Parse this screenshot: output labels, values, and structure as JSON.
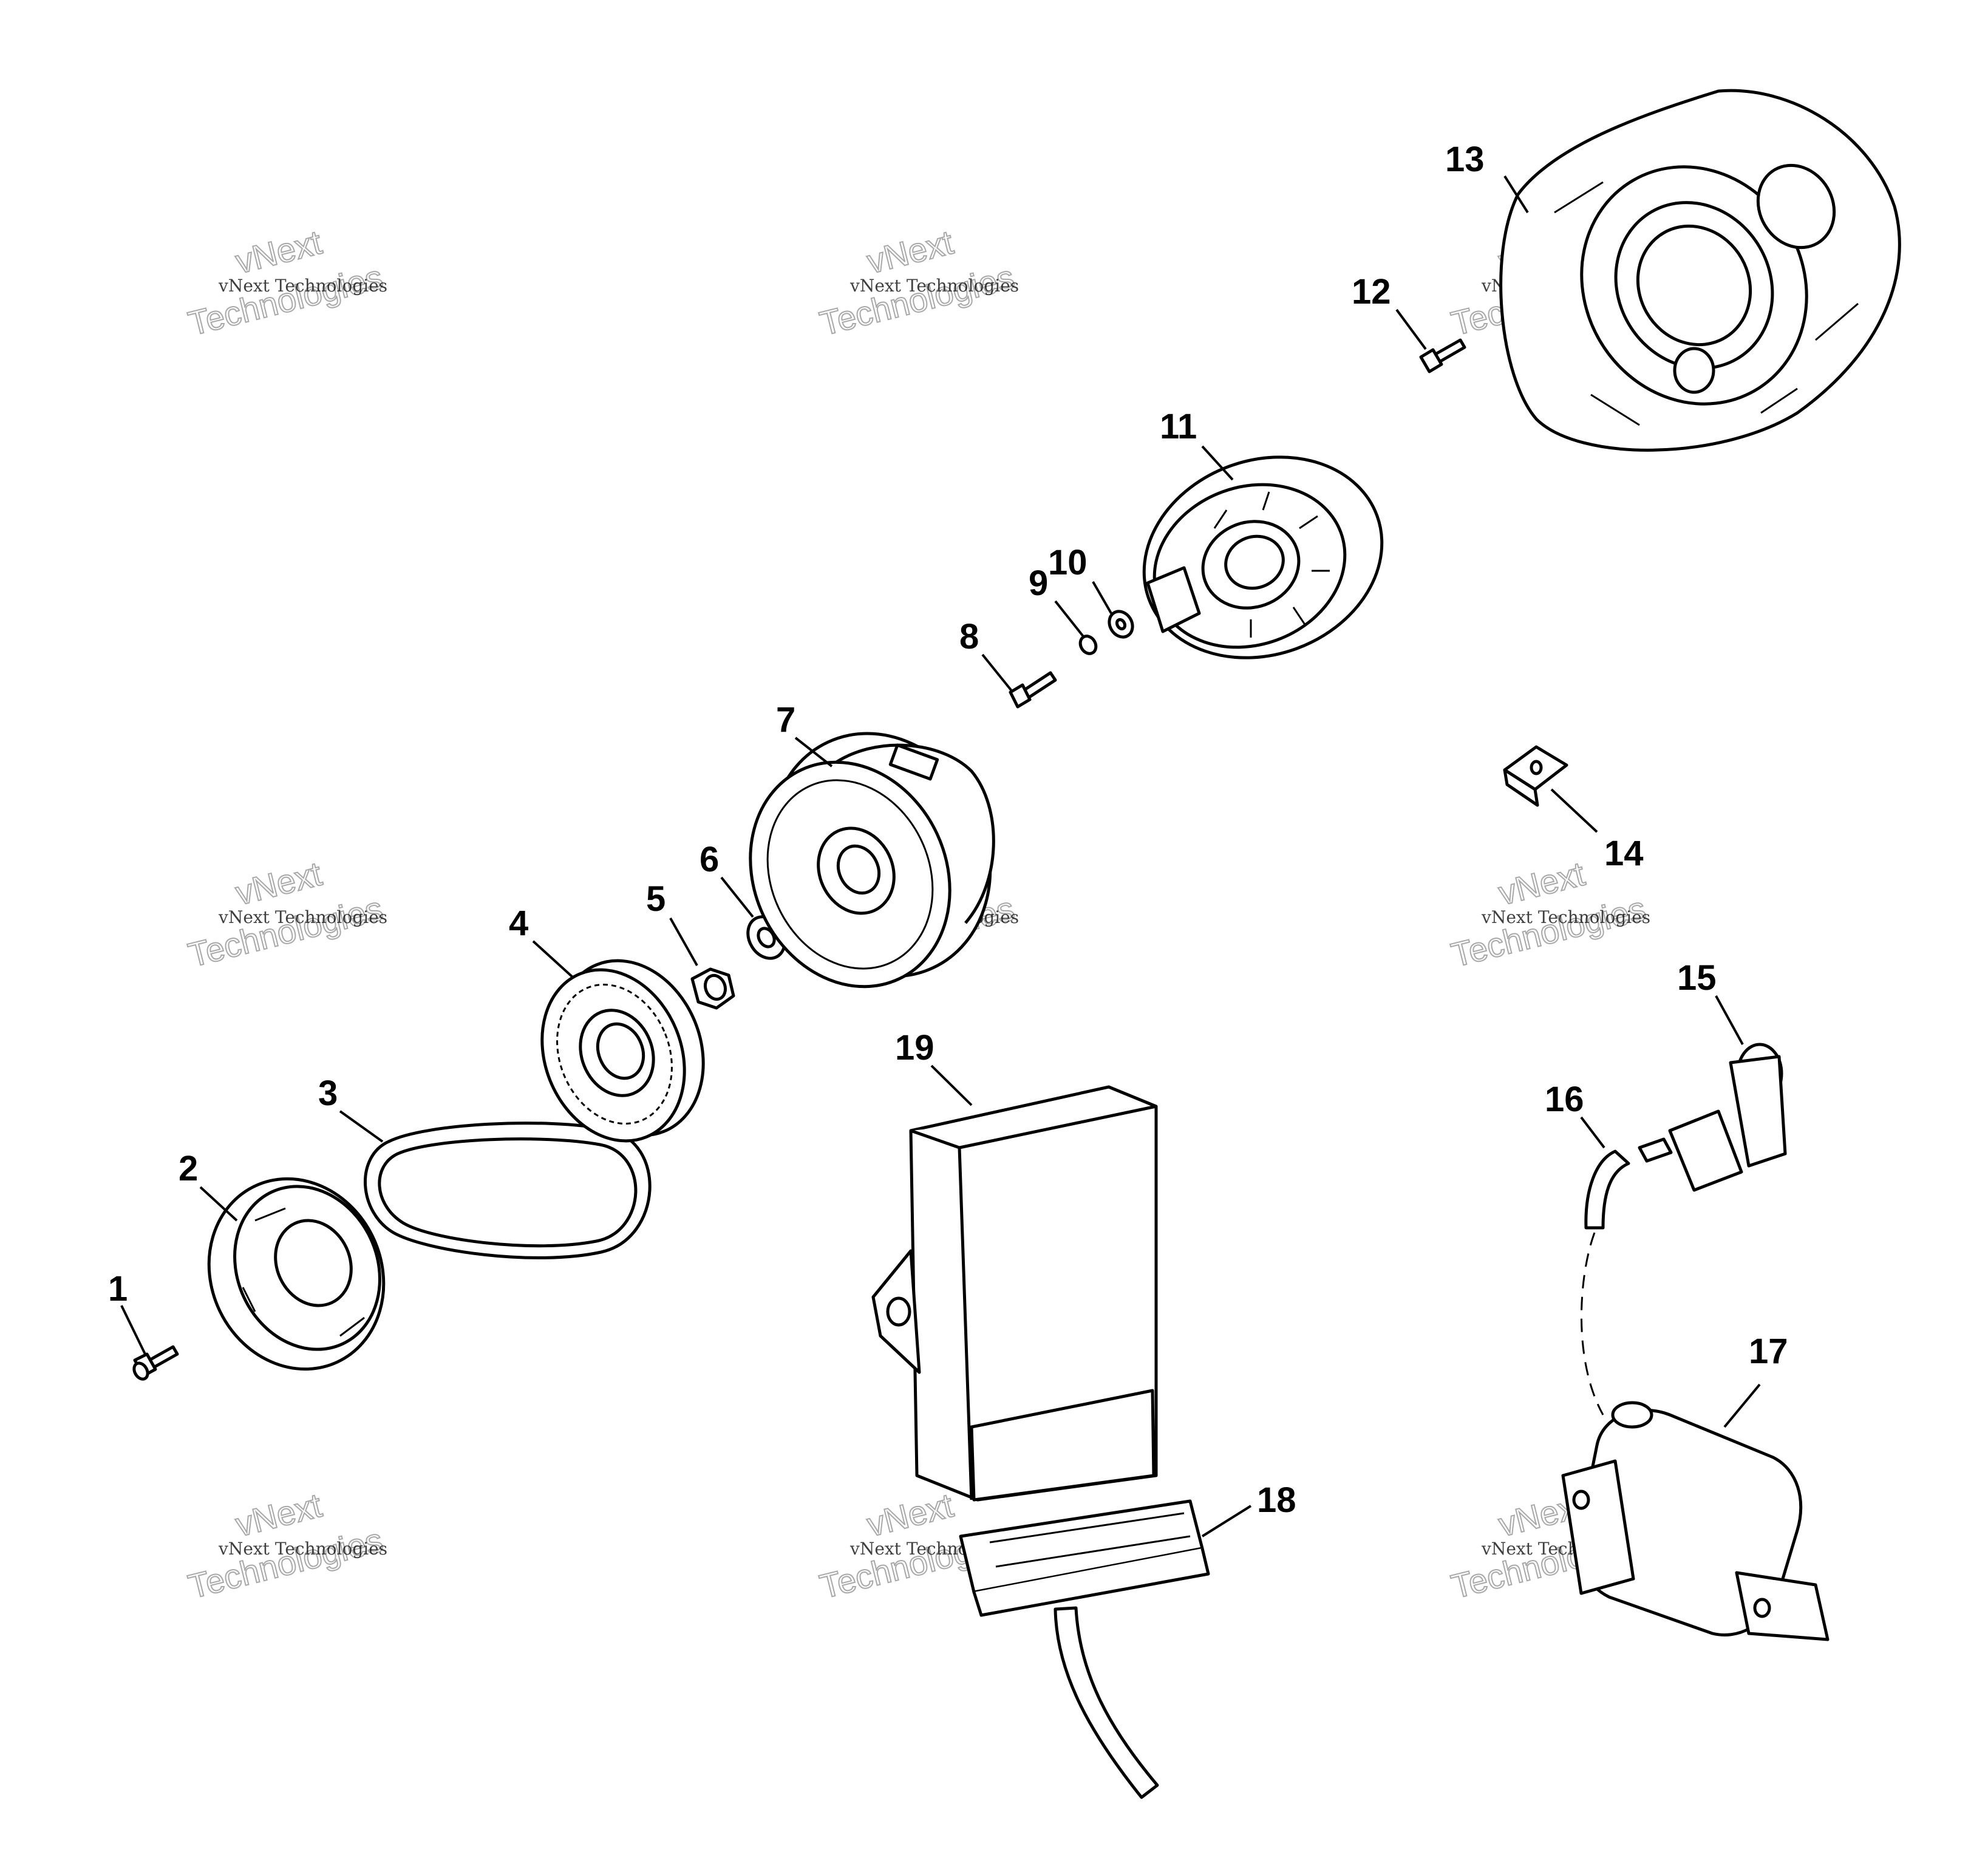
{
  "diagram": {
    "callouts": [
      "1",
      "2",
      "3",
      "4",
      "5",
      "6",
      "7",
      "8",
      "9",
      "10",
      "11",
      "12",
      "13",
      "14",
      "15",
      "16",
      "17",
      "18",
      "19"
    ],
    "watermark": {
      "brand_small": "vNext Technologies",
      "brand_big_line1": "vNext",
      "brand_big_line2": "Technologies"
    }
  }
}
